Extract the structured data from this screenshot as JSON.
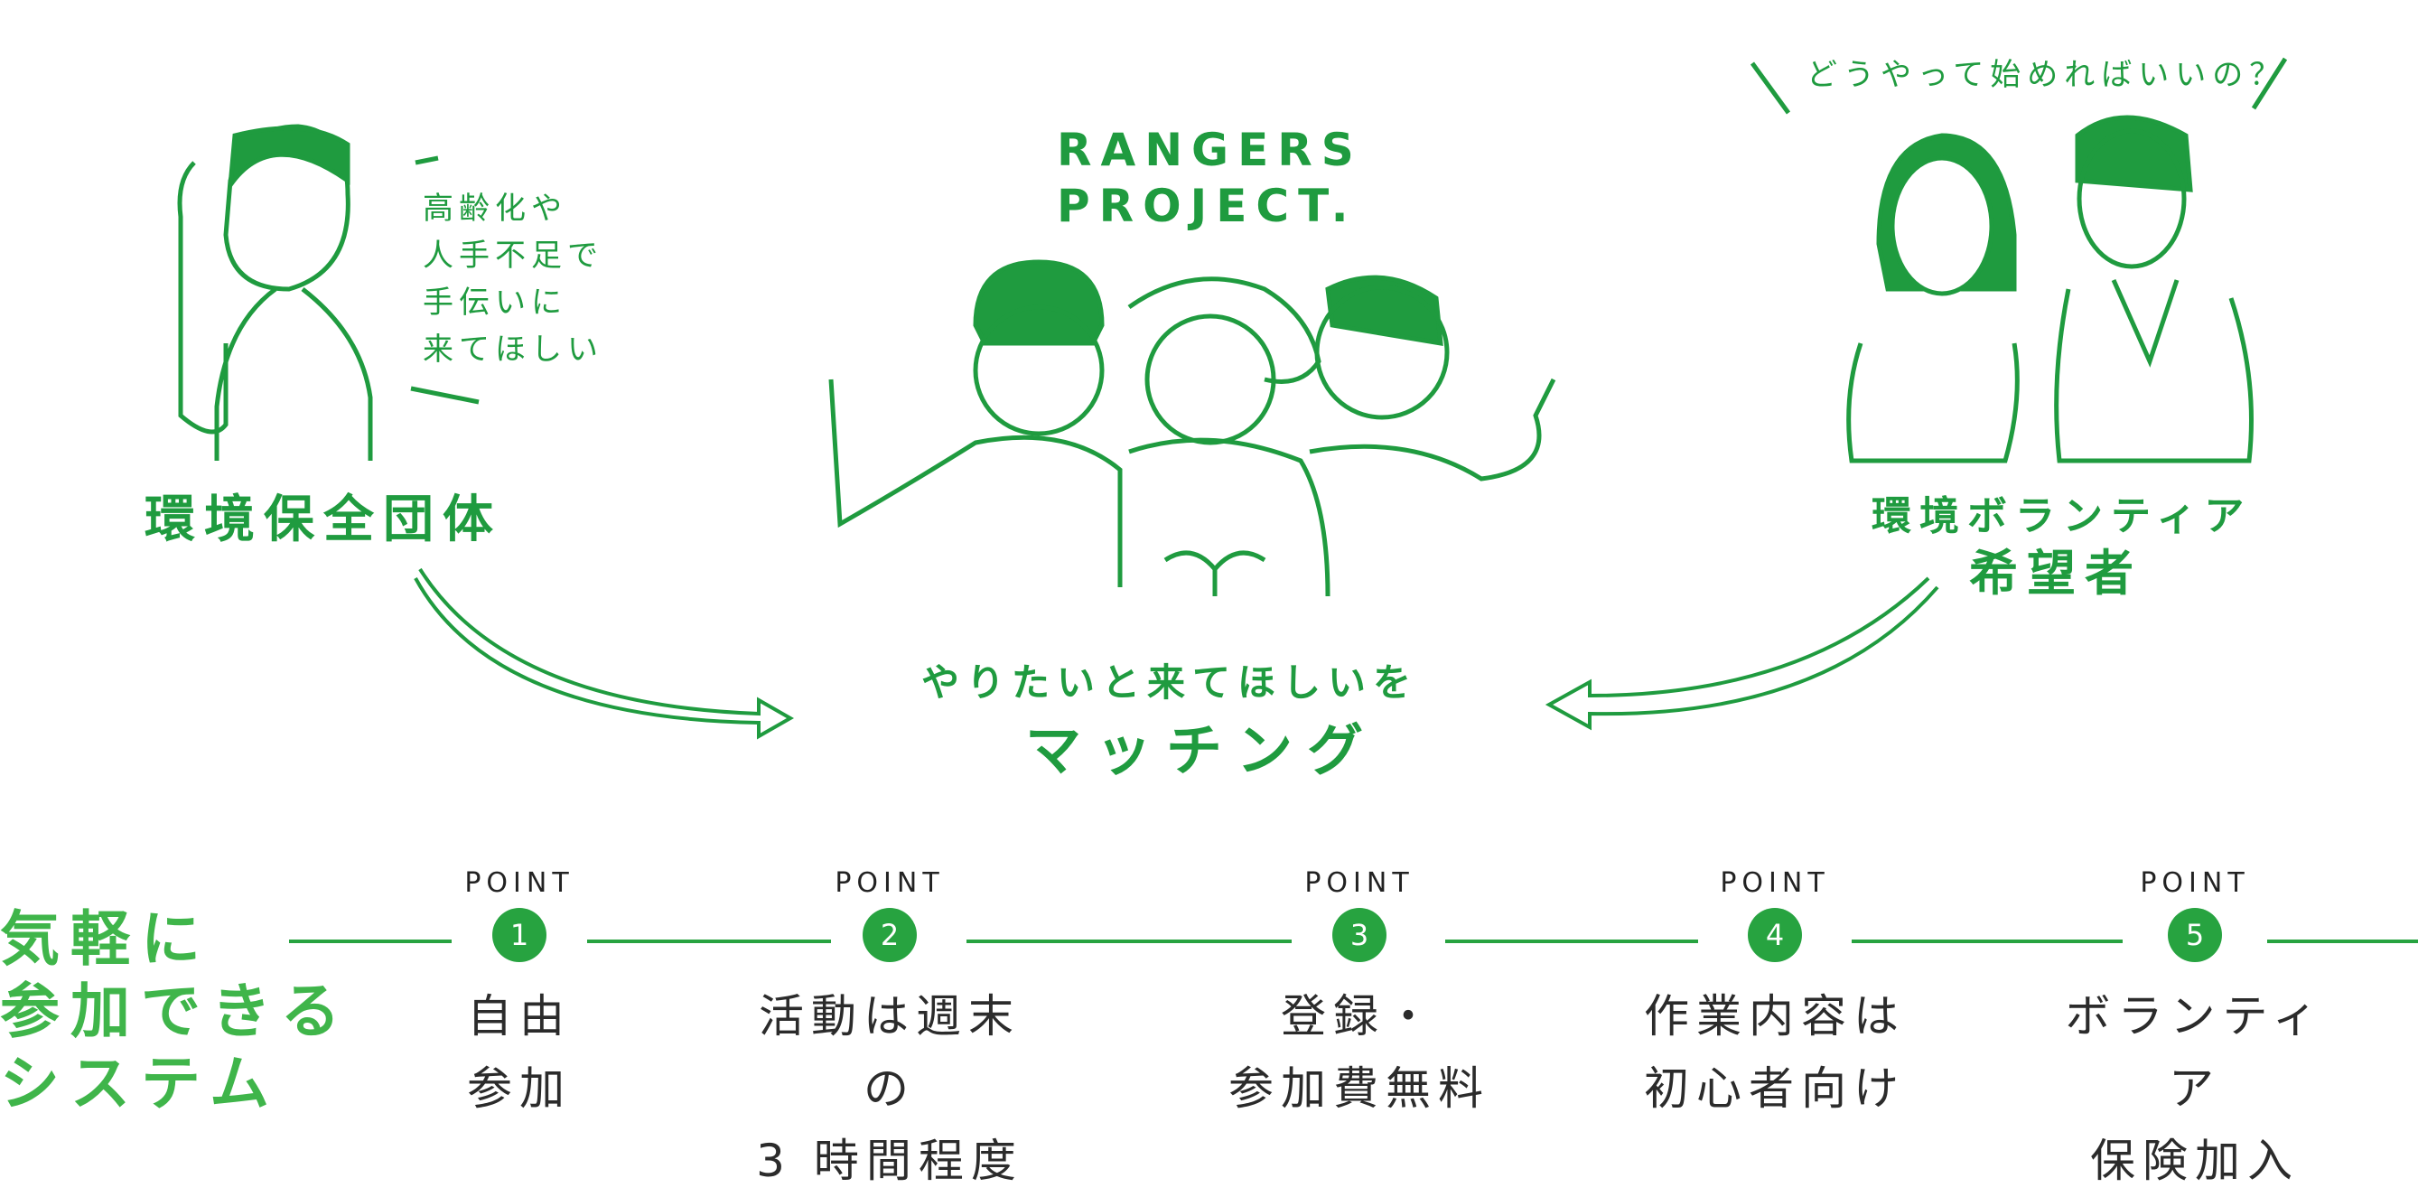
{
  "colors": {
    "primary": "#1f9b3f",
    "light": "#3fb54a",
    "text": "#2b2b2b"
  },
  "org": {
    "bubble": [
      "高齢化や",
      "人手不足で",
      "手伝いに",
      "来てほしい"
    ],
    "label": "環境保全団体"
  },
  "logo": {
    "line1": "RANGERS",
    "line2": "PROJECT."
  },
  "volunteer": {
    "question": "どうやって始めればいいの？",
    "label1": "環境ボランティア",
    "label2": "希望者"
  },
  "matching": {
    "line1": "やりたいと来てほしいを",
    "line2": "マッチング"
  },
  "system": [
    "気軽に",
    "参加できる",
    "システム"
  ],
  "points": [
    {
      "cap": "POINT",
      "num": "1",
      "lines": [
        "自由",
        "参加"
      ]
    },
    {
      "cap": "POINT",
      "num": "2",
      "lines": [
        "活動は週末の",
        "3 時間程度"
      ]
    },
    {
      "cap": "POINT",
      "num": "3",
      "lines": [
        "登録・",
        "参加費無料"
      ]
    },
    {
      "cap": "POINT",
      "num": "4",
      "lines": [
        "作業内容は",
        "初心者向け"
      ]
    },
    {
      "cap": "POINT",
      "num": "5",
      "lines": [
        "ボランティア",
        "保険加入"
      ]
    }
  ]
}
